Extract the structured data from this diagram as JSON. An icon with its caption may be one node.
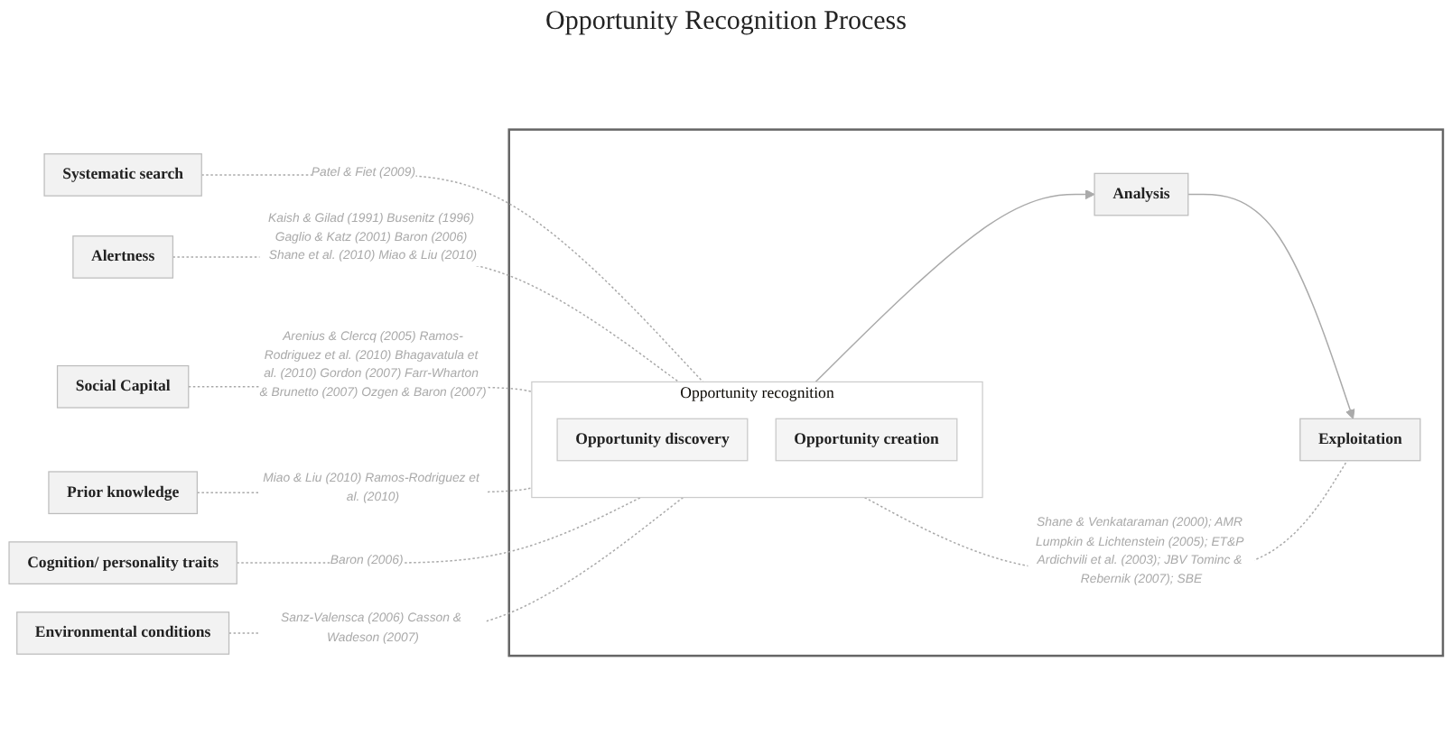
{
  "diagram": {
    "title": "Opportunity Recognition Process",
    "nodes": [
      {
        "text": [],
        "shape": "box"
      },
      {
        "text": [
          "Opportunity recognition"
        ],
        "in": 0
      },
      {
        "text": [
          "Opportunity discovery"
        ],
        "in": 1
      },
      {
        "text": [
          "Opportunity creation"
        ],
        "in": 1
      },
      {
        "text": [
          "Analysis"
        ],
        "in": 0
      },
      {
        "text": [
          "Exploitation"
        ],
        "in": 0
      },
      {
        "text": [
          "Systematic search"
        ]
      },
      {
        "text": [
          "Alertness"
        ]
      },
      {
        "text": [
          "Social Capital"
        ]
      },
      {
        "text": [
          "Prior knowledge"
        ]
      },
      {
        "text": [
          "Cognition/ personality traits"
        ]
      },
      {
        "text": [
          "Environmental conditions"
        ]
      }
    ],
    "edges": [
      {
        "from": 6,
        "to": 1,
        "arrow": "none",
        "style": "dashed",
        "label": "Patel & Fiet (2009)"
      },
      {
        "from": 7,
        "to": 1,
        "arrow": "none",
        "style": "dashed",
        "label": "Kaish & Gilad (1991) Busenitz (1996) Gaglio & Katz (2001) Baron (2006) Shane et al. (2010) Miao & Liu (2010)"
      },
      {
        "from": 1,
        "to": 4,
        "arrow": "to"
      },
      {
        "from": 4,
        "to": 5,
        "arrow": "to"
      },
      {
        "from": 1,
        "to": 5,
        "arrow": "none",
        "style": "dashed",
        "label": "Shane & Venkataraman (2000); AMR Lumpkin & Lichtenstein (2005); ET&P Ardichvili et al. (2003); JBV Tominc & Rebernik (2007); SBE"
      },
      {
        "from": 8,
        "to": 1,
        "arrow": "none",
        "style": "dashed",
        "label": "Arenius & Clercq (2005) Ramos-Rodriguez et al. (2010) Bhagavatula et al. (2010) Gordon (2007) Farr-Wharton & Brunetto (2007) Ozgen & Baron (2007)"
      },
      {
        "from": 9,
        "to": 1,
        "arrow": "none",
        "style": "dashed",
        "label": "Miao & Liu (2010) Ramos-Rodriguez et al. (2010)"
      },
      {
        "from": 10,
        "to": 1,
        "arrow": "none",
        "style": "dashed",
        "label": "Baron (2006)"
      },
      {
        "from": 11,
        "to": 1,
        "arrow": "none",
        "style": "dashed",
        "label": "Sanz-Valensca (2006) Casson & Wadeson (2007)"
      }
    ]
  }
}
